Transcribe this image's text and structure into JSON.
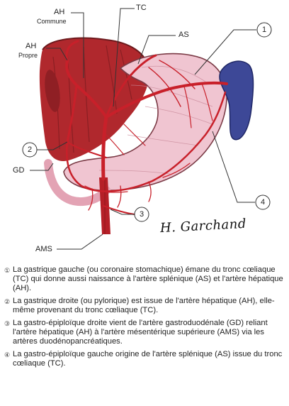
{
  "labels": {
    "tc": "TC",
    "ah_commune_1": "AH",
    "ah_commune_2": "Commune",
    "ah_propre_1": "AH",
    "ah_propre_2": "Propre",
    "as": "AS",
    "gd": "GD",
    "ams": "AMS",
    "callout_1": "1",
    "callout_2": "2",
    "callout_3": "3",
    "callout_4": "4"
  },
  "signature": "H. Garchand",
  "legend": [
    {
      "marker": "①",
      "text": "La gastrique gauche (ou coronaire stomachique) émane du tronc cœliaque (TC) qui donne aussi naissance à l'artère splénique (AS) et l'artère hépatique (AH)."
    },
    {
      "marker": "②",
      "text": "La gastrique droite (ou pylorique) est issue de l'artère hépatique (AH), elle-même provenant du tronc cœliaque (TC)."
    },
    {
      "marker": "③",
      "text": "La gastro-épiploïque droite vient de l'artère gastroduodénale (GD) reliant l'artère hépatique (AH) à l'artère mésentérique supérieure (AMS) via les artères duodénopancréatiques."
    },
    {
      "marker": "④",
      "text": "La gastro-épiploïque gauche origine de l'artère splénique (AS) issue du tronc cœliaque (TC)."
    }
  ],
  "colors": {
    "artery": "#c8202a",
    "liver": "#a82a2f",
    "stomach": "#f1c6d2",
    "spleen": "#3f4a9a"
  }
}
